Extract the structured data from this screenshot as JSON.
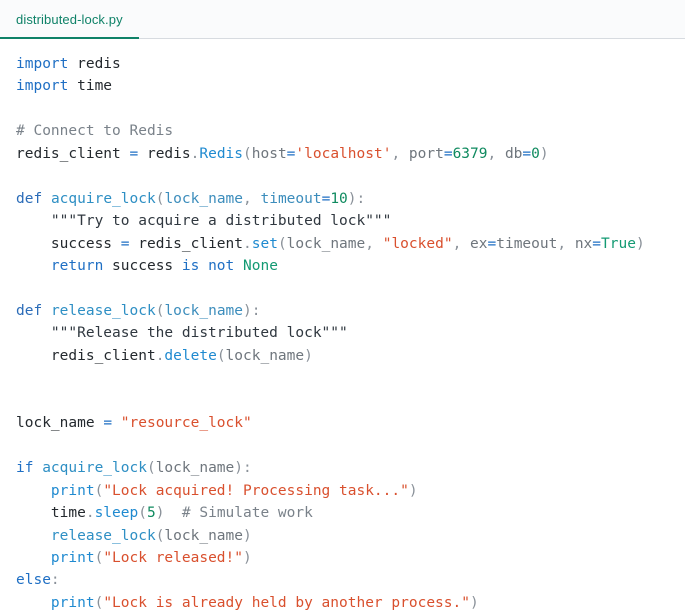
{
  "window": {
    "title": "distributed-lock.py",
    "background": "#ffffff"
  },
  "tab_bar": {
    "background": "#fafbfc",
    "border_color": "#d7dbe0",
    "active_color": "#0f8268",
    "tabs": [
      {
        "label": "distributed-lock.py",
        "active": true
      }
    ]
  },
  "theme": {
    "keyword": "#1f6fc4",
    "function": "#2e8fc4",
    "call": "#1f8ad0",
    "parameter": "#3c8dbc",
    "string": "#d9502e",
    "number": "#0f8a5f",
    "constant": "#139a73",
    "comment": "#7a828a",
    "docstring": "#303840",
    "operator": "#1f6fc4",
    "punctuation": "#8a9199",
    "text": "#24292e",
    "background": "#ffffff"
  },
  "code": {
    "language": "python",
    "filename": "distributed-lock.py",
    "lines": [
      "import redis",
      "import time",
      "",
      "# Connect to Redis",
      "redis_client = redis.Redis(host='localhost', port=6379, db=0)",
      "",
      "def acquire_lock(lock_name, timeout=10):",
      "    \"\"\"Try to acquire a distributed lock\"\"\"",
      "    success = redis_client.set(lock_name, \"locked\", ex=timeout, nx=True)",
      "    return success is not None",
      "",
      "def release_lock(lock_name):",
      "    \"\"\"Release the distributed lock\"\"\"",
      "    redis_client.delete(lock_name)",
      "",
      "",
      "lock_name = \"resource_lock\"",
      "",
      "if acquire_lock(lock_name):",
      "    print(\"Lock acquired! Processing task...\")",
      "    time.sleep(5)  # Simulate work",
      "    release_lock(lock_name)",
      "    print(\"Lock released!\")",
      "else:",
      "    print(\"Lock is already held by another process.\")"
    ],
    "tokens": [
      [
        {
          "t": "import",
          "c": "tok-kw"
        },
        {
          "t": " redis",
          "c": "tok-plain"
        }
      ],
      [
        {
          "t": "import",
          "c": "tok-kw"
        },
        {
          "t": " time",
          "c": "tok-plain"
        }
      ],
      [],
      [
        {
          "t": "# Connect to Redis",
          "c": "tok-comment"
        }
      ],
      [
        {
          "t": "redis_client ",
          "c": "tok-var"
        },
        {
          "t": "=",
          "c": "tok-op"
        },
        {
          "t": " redis",
          "c": "tok-var"
        },
        {
          "t": ".",
          "c": "tok-punc"
        },
        {
          "t": "Redis",
          "c": "tok-call"
        },
        {
          "t": "(",
          "c": "tok-punc"
        },
        {
          "t": "host",
          "c": "tok-kwarg"
        },
        {
          "t": "=",
          "c": "tok-op"
        },
        {
          "t": "'localhost'",
          "c": "tok-str"
        },
        {
          "t": ", ",
          "c": "tok-punc"
        },
        {
          "t": "port",
          "c": "tok-kwarg"
        },
        {
          "t": "=",
          "c": "tok-op"
        },
        {
          "t": "6379",
          "c": "tok-num"
        },
        {
          "t": ", ",
          "c": "tok-punc"
        },
        {
          "t": "db",
          "c": "tok-kwarg"
        },
        {
          "t": "=",
          "c": "tok-op"
        },
        {
          "t": "0",
          "c": "tok-num"
        },
        {
          "t": ")",
          "c": "tok-punc"
        }
      ],
      [],
      [
        {
          "t": "def",
          "c": "tok-def-kw"
        },
        {
          "t": " ",
          "c": "tok-plain"
        },
        {
          "t": "acquire_lock",
          "c": "tok-fn"
        },
        {
          "t": "(",
          "c": "tok-punc"
        },
        {
          "t": "lock_name",
          "c": "tok-param"
        },
        {
          "t": ", ",
          "c": "tok-punc"
        },
        {
          "t": "timeout",
          "c": "tok-param"
        },
        {
          "t": "=",
          "c": "tok-op"
        },
        {
          "t": "10",
          "c": "tok-num"
        },
        {
          "t": "):",
          "c": "tok-punc"
        }
      ],
      [
        {
          "t": "    ",
          "c": "tok-plain"
        },
        {
          "t": "\"\"\"Try to acquire a distributed lock\"\"\"",
          "c": "tok-doc"
        }
      ],
      [
        {
          "t": "    success ",
          "c": "tok-var"
        },
        {
          "t": "=",
          "c": "tok-op"
        },
        {
          "t": " redis_client",
          "c": "tok-var"
        },
        {
          "t": ".",
          "c": "tok-punc"
        },
        {
          "t": "set",
          "c": "tok-call"
        },
        {
          "t": "(",
          "c": "tok-punc"
        },
        {
          "t": "lock_name",
          "c": "tok-kwarg"
        },
        {
          "t": ", ",
          "c": "tok-punc"
        },
        {
          "t": "\"locked\"",
          "c": "tok-str"
        },
        {
          "t": ", ",
          "c": "tok-punc"
        },
        {
          "t": "ex",
          "c": "tok-kwarg"
        },
        {
          "t": "=",
          "c": "tok-op"
        },
        {
          "t": "timeout",
          "c": "tok-kwarg"
        },
        {
          "t": ", ",
          "c": "tok-punc"
        },
        {
          "t": "nx",
          "c": "tok-kwarg"
        },
        {
          "t": "=",
          "c": "tok-op"
        },
        {
          "t": "True",
          "c": "tok-const"
        },
        {
          "t": ")",
          "c": "tok-punc"
        }
      ],
      [
        {
          "t": "    ",
          "c": "tok-plain"
        },
        {
          "t": "return",
          "c": "tok-kw"
        },
        {
          "t": " success ",
          "c": "tok-var"
        },
        {
          "t": "is not",
          "c": "tok-kw"
        },
        {
          "t": " ",
          "c": "tok-plain"
        },
        {
          "t": "None",
          "c": "tok-const"
        }
      ],
      [],
      [
        {
          "t": "def",
          "c": "tok-def-kw"
        },
        {
          "t": " ",
          "c": "tok-plain"
        },
        {
          "t": "release_lock",
          "c": "tok-fn"
        },
        {
          "t": "(",
          "c": "tok-punc"
        },
        {
          "t": "lock_name",
          "c": "tok-param"
        },
        {
          "t": "):",
          "c": "tok-punc"
        }
      ],
      [
        {
          "t": "    ",
          "c": "tok-plain"
        },
        {
          "t": "\"\"\"Release the distributed lock\"\"\"",
          "c": "tok-doc"
        }
      ],
      [
        {
          "t": "    redis_client",
          "c": "tok-var"
        },
        {
          "t": ".",
          "c": "tok-punc"
        },
        {
          "t": "delete",
          "c": "tok-call"
        },
        {
          "t": "(",
          "c": "tok-punc"
        },
        {
          "t": "lock_name",
          "c": "tok-kwarg"
        },
        {
          "t": ")",
          "c": "tok-punc"
        }
      ],
      [],
      [],
      [
        {
          "t": "lock_name ",
          "c": "tok-var"
        },
        {
          "t": "=",
          "c": "tok-op"
        },
        {
          "t": " ",
          "c": "tok-plain"
        },
        {
          "t": "\"resource_lock\"",
          "c": "tok-str"
        }
      ],
      [],
      [
        {
          "t": "if",
          "c": "tok-kw"
        },
        {
          "t": " ",
          "c": "tok-plain"
        },
        {
          "t": "acquire_lock",
          "c": "tok-fn"
        },
        {
          "t": "(",
          "c": "tok-punc"
        },
        {
          "t": "lock_name",
          "c": "tok-kwarg"
        },
        {
          "t": "):",
          "c": "tok-punc"
        }
      ],
      [
        {
          "t": "    ",
          "c": "tok-plain"
        },
        {
          "t": "print",
          "c": "tok-call"
        },
        {
          "t": "(",
          "c": "tok-punc"
        },
        {
          "t": "\"Lock acquired! Processing task...\"",
          "c": "tok-str"
        },
        {
          "t": ")",
          "c": "tok-punc"
        }
      ],
      [
        {
          "t": "    time",
          "c": "tok-var"
        },
        {
          "t": ".",
          "c": "tok-punc"
        },
        {
          "t": "sleep",
          "c": "tok-call"
        },
        {
          "t": "(",
          "c": "tok-punc"
        },
        {
          "t": "5",
          "c": "tok-num"
        },
        {
          "t": ")",
          "c": "tok-punc"
        },
        {
          "t": "  ",
          "c": "tok-plain"
        },
        {
          "t": "# Simulate work",
          "c": "tok-comment"
        }
      ],
      [
        {
          "t": "    ",
          "c": "tok-plain"
        },
        {
          "t": "release_lock",
          "c": "tok-fn"
        },
        {
          "t": "(",
          "c": "tok-punc"
        },
        {
          "t": "lock_name",
          "c": "tok-kwarg"
        },
        {
          "t": ")",
          "c": "tok-punc"
        }
      ],
      [
        {
          "t": "    ",
          "c": "tok-plain"
        },
        {
          "t": "print",
          "c": "tok-call"
        },
        {
          "t": "(",
          "c": "tok-punc"
        },
        {
          "t": "\"Lock released!\"",
          "c": "tok-str"
        },
        {
          "t": ")",
          "c": "tok-punc"
        }
      ],
      [
        {
          "t": "else",
          "c": "tok-kw"
        },
        {
          "t": ":",
          "c": "tok-punc"
        }
      ],
      [
        {
          "t": "    ",
          "c": "tok-plain"
        },
        {
          "t": "print",
          "c": "tok-call"
        },
        {
          "t": "(",
          "c": "tok-punc"
        },
        {
          "t": "\"Lock is already held by another process.\"",
          "c": "tok-str"
        },
        {
          "t": ")",
          "c": "tok-punc"
        }
      ]
    ]
  }
}
